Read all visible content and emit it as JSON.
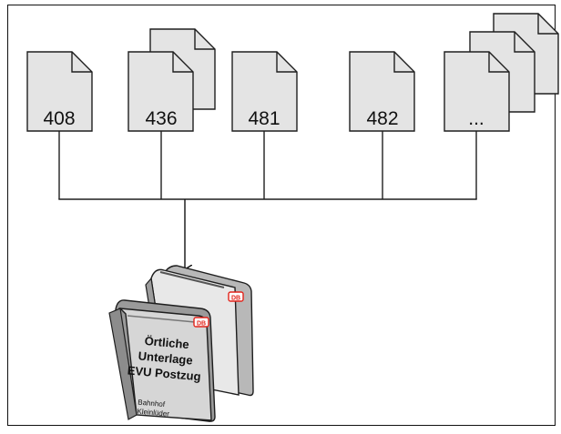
{
  "documents": [
    {
      "label": "408"
    },
    {
      "label": "436"
    },
    {
      "label": "481"
    },
    {
      "label": "482"
    },
    {
      "label": "..."
    }
  ],
  "binder": {
    "front_title_line1": "Örtliche",
    "front_title_line2": "Unterlage",
    "front_title_line3": "EVU Postzug",
    "front_footer_line1": "Bahnhof",
    "front_footer_line2": "Kleinlüder",
    "logo_text": "DB"
  },
  "colors": {
    "doc_fill": "#e4e4e4",
    "doc_stroke": "#1e1e1e",
    "binder_gray": "#c9c9c9",
    "db_red": "#e2231a"
  }
}
